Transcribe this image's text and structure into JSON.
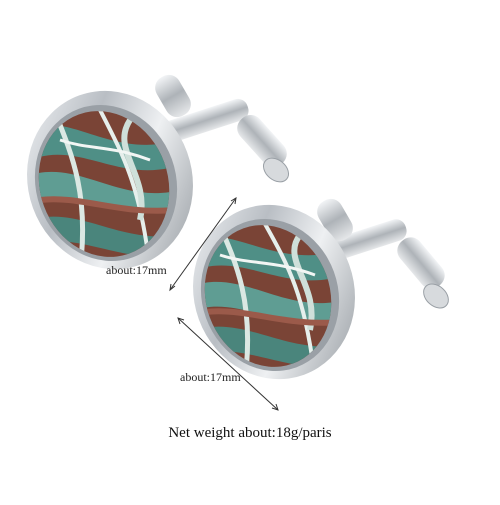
{
  "product": {
    "name": "cufflinks-pair",
    "inlay_colors": [
      "#4f8f86",
      "#8a4a3c",
      "#d8e6e0"
    ],
    "metal_color": "#c8ccd0"
  },
  "dimensions": {
    "width_label": "about:17mm",
    "height_label": "about:17mm"
  },
  "caption": "Net weight about:18g/paris"
}
